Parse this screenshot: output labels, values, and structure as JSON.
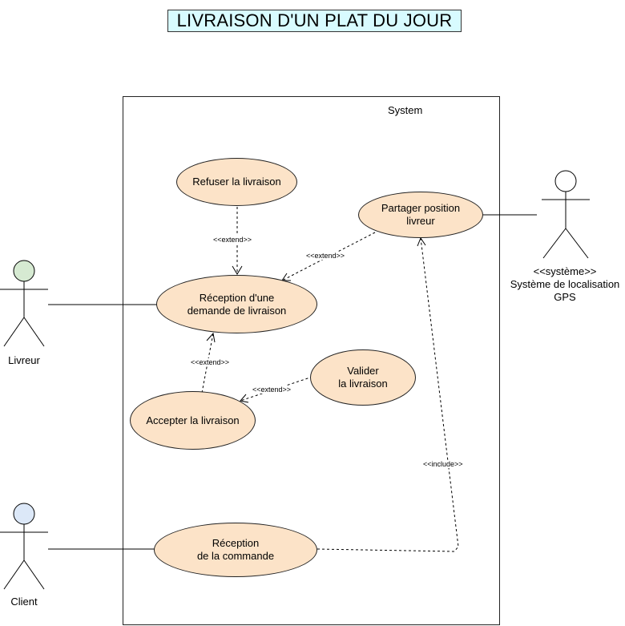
{
  "title": "LIVRAISON D'UN PLAT DU JOUR",
  "system_label": "System",
  "colors": {
    "title_background": "#d8fbff",
    "use_case_fill": "#fce3c8",
    "livreur_head": "#d6ead2",
    "client_head": "#dce8f8",
    "systeme_head": "#ffffff"
  },
  "actors": {
    "livreur": "Livreur",
    "client": "Client",
    "systeme": "<<système>>\nSystème de localisation\nGPS"
  },
  "use_cases": {
    "refuser": "Refuser la livraison",
    "partager": "Partager position\nlivreur",
    "reception_demande": "Réception d'une\ndemande de livraison",
    "valider": "Valider\nla livraison",
    "accepter": "Accepter la livraison",
    "reception_commande": "Réception\nde la commande"
  },
  "relations": {
    "extend_refuser": "<<extend>>",
    "extend_partager": "<<extend>>",
    "extend_accepter": "<<extend>>",
    "extend_valider": "<<extend>>",
    "include_commande": "<<include>>"
  }
}
